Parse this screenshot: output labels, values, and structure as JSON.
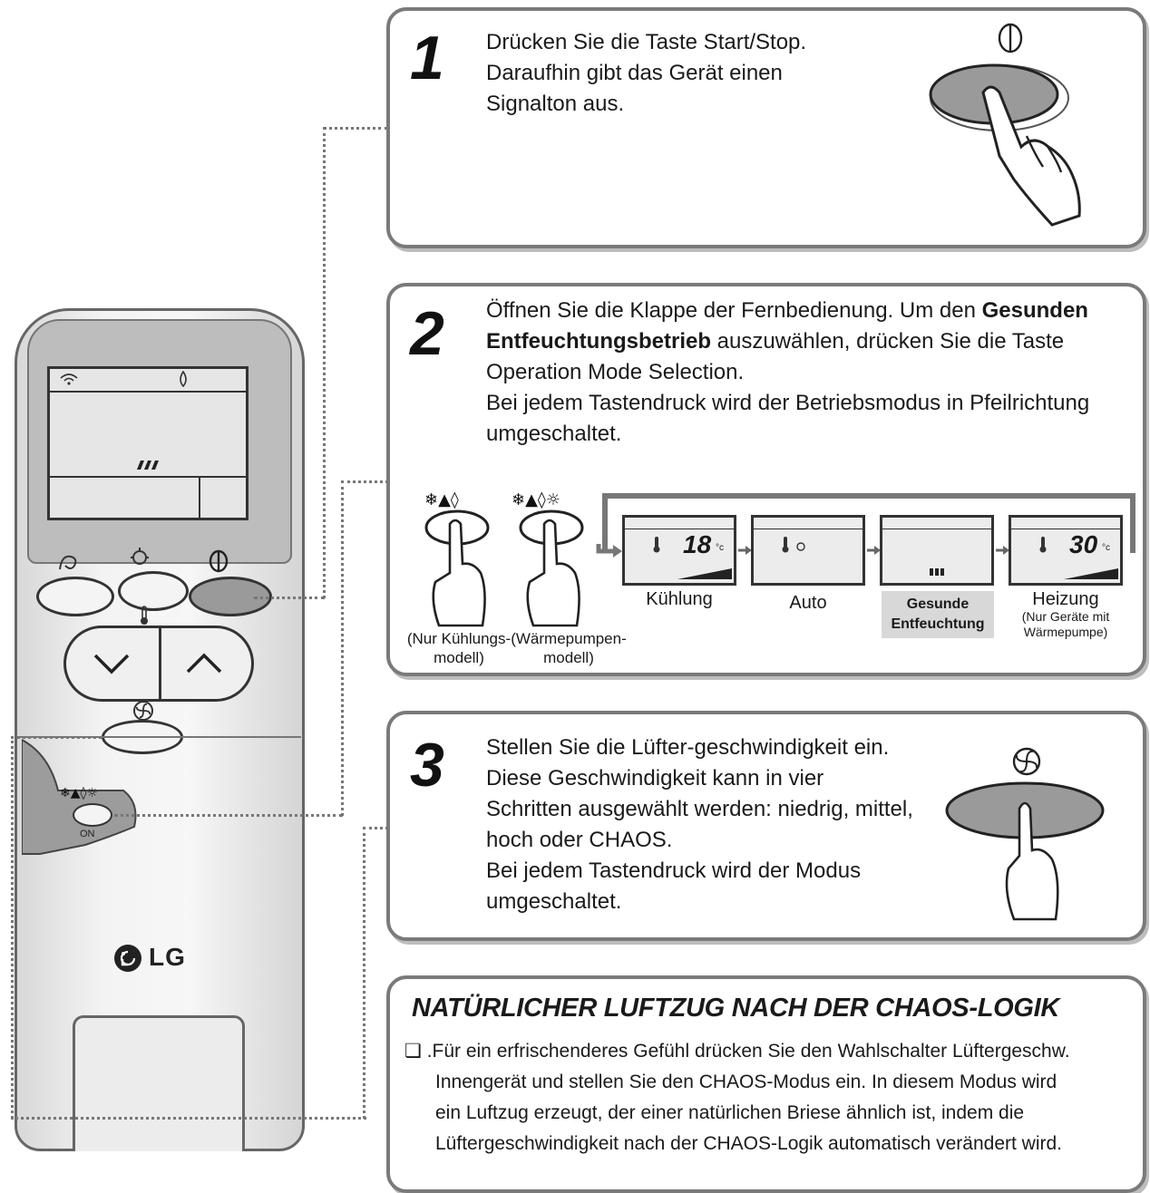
{
  "step1": {
    "number": "1",
    "lines": [
      "Drücken Sie die Taste Start/Stop.",
      "Daraufhin gibt das Gerät einen",
      "Signalton aus."
    ]
  },
  "step2": {
    "number": "2",
    "line1_pre": "Öffnen Sie die Klappe der Fernbedienung.  Um den ",
    "line1_bold": "Gesunden",
    "line2_bold": "Entfeuchtungsbetrieb",
    "line2_post": " auszuwählen, drücken Sie die Taste",
    "line3": "Operation Mode Selection.",
    "line4": "Bei jedem Tastendruck wird der Betriebsmodus in Pfeilrichtung",
    "line5": "umgeschaltet.",
    "model_cooling": [
      "(Nur Kühlungs-",
      "modell)"
    ],
    "model_heatpump": [
      "(Wärmepumpen-",
      "modell)"
    ],
    "modes": {
      "cooling": {
        "label": "Kühlung",
        "temp": "18",
        "unit": "°c"
      },
      "auto": {
        "label": "Auto"
      },
      "healthy_dehum": {
        "label_line1": "Gesunde",
        "label_line2": "Entfeuchtung"
      },
      "heating": {
        "label": "Heizung",
        "note_line1": "(Nur Geräte mit",
        "note_line2": "Wärmepumpe)",
        "temp": "30",
        "unit": "°c"
      }
    }
  },
  "step3": {
    "number": "3",
    "lines": [
      "Stellen Sie die Lüfter-geschwindigkeit ein.",
      "Diese Geschwindigkeit kann in vier",
      "Schritten ausgewählt werden: niedrig, mittel,",
      "hoch oder CHAOS.",
      "Bei jedem Tastendruck wird der Modus",
      "umgeschaltet."
    ]
  },
  "chaos": {
    "title": "NATÜRLICHER LUFTZUG NACH DER CHAOS-LOGIK",
    "lines": [
      "❏ .Für ein erfrischenderes Gefühl drücken Sie den Wahlschalter Lüftergeschw.",
      "Innengerät und stellen Sie den CHAOS-Modus ein. In diesem Modus wird",
      "ein Luftzug erzeugt, der einer natürlichen Briese ähnlich ist, indem die",
      "Lüftergeschwindigkeit nach der CHAOS-Logik automatisch verändert wird."
    ]
  },
  "remote": {
    "brand": "LG",
    "on_label": "ON"
  },
  "colors": {
    "panel_border": "#7a7a7a",
    "highlight_bg": "#d8d8d8",
    "button_grey": "#9a9a9a"
  }
}
